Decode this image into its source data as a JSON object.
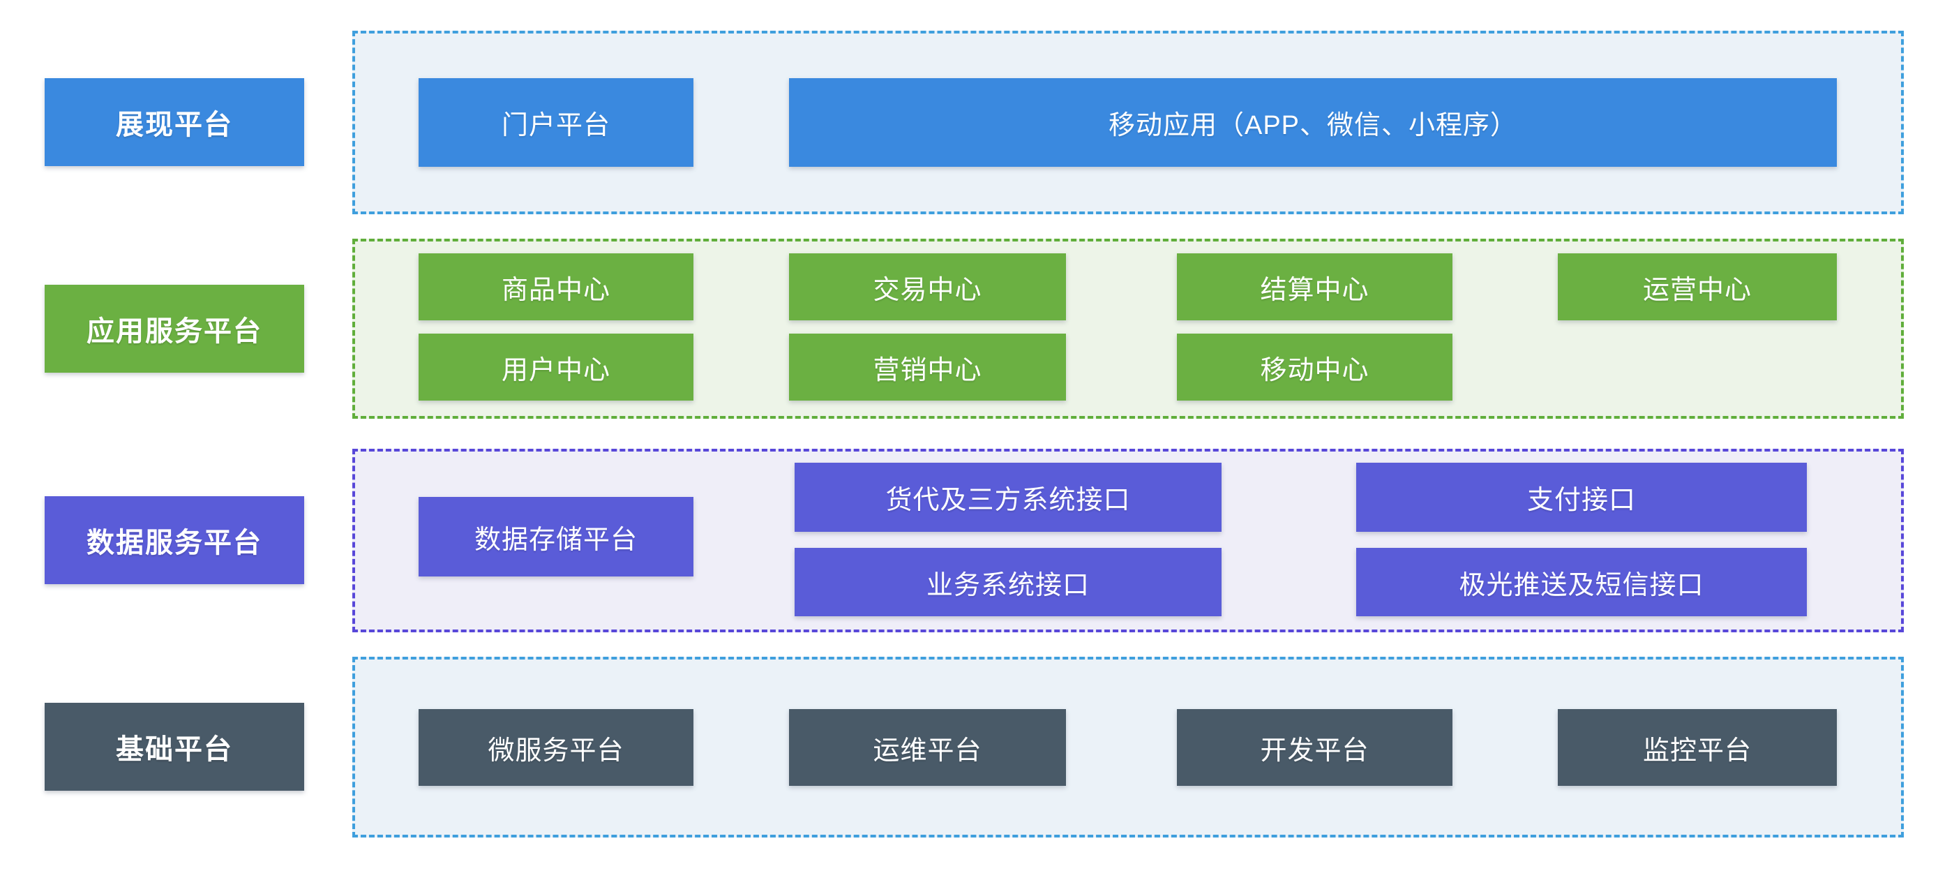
{
  "colors": {
    "blue": "#3a89df",
    "blue_border": "#3f9fdd",
    "blue_fill": "#ebf2f8",
    "green": "#6bb042",
    "green_border": "#60ae3b",
    "green_fill": "#edf4e8",
    "purple": "#5a5cd8",
    "purple_border": "#5847d9",
    "purple_fill": "#efeef8",
    "dark": "#495a68"
  },
  "rows": [
    {
      "label": "展现平台",
      "boxes": [
        "门户平台",
        "移动应用（APP、微信、小程序）"
      ]
    },
    {
      "label": "应用服务平台",
      "boxes": [
        "商品中心",
        "交易中心",
        "结算中心",
        "运营中心",
        "用户中心",
        "营销中心",
        "移动中心"
      ]
    },
    {
      "label": "数据服务平台",
      "boxes": [
        "数据存储平台",
        "货代及三方系统接口",
        "支付接口",
        "业务系统接口",
        "极光推送及短信接口"
      ]
    },
    {
      "label": "基础平台",
      "boxes": [
        "微服务平台",
        "运维平台",
        "开发平台",
        "监控平台"
      ]
    }
  ]
}
